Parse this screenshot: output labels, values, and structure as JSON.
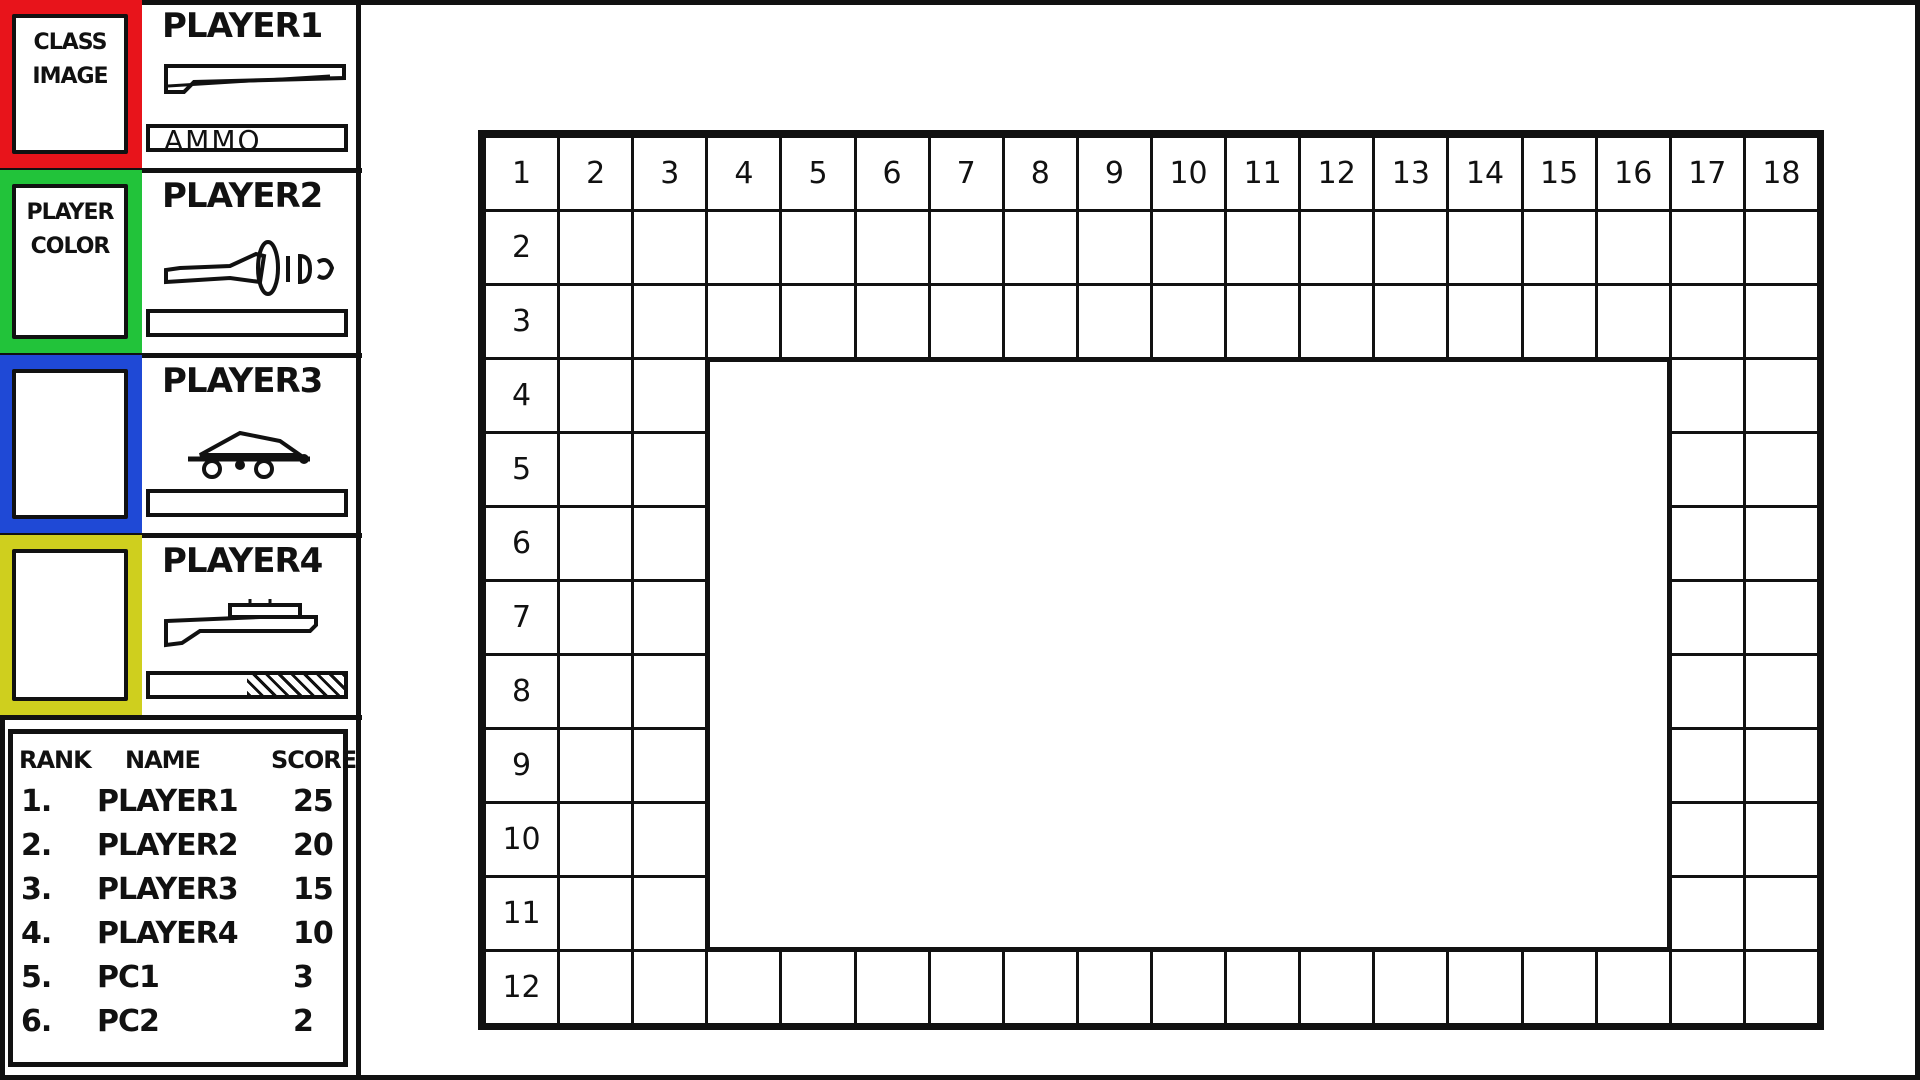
{
  "players": [
    {
      "name": "PLAYER1",
      "color": "#e8141b",
      "box_text": "CLASS\nIMAGE",
      "weapon_icon": "rifle-icon",
      "ammo_label": "AMMO",
      "ammo_fill": 0
    },
    {
      "name": "PLAYER2",
      "color": "#22c33a",
      "box_text": "PLAYER\nCOLOR",
      "weapon_icon": "blunderbuss-icon",
      "ammo_label": "",
      "ammo_fill": 0
    },
    {
      "name": "PLAYER3",
      "color": "#1f49d6",
      "box_text": "",
      "weapon_icon": "cannon-icon",
      "ammo_label": "",
      "ammo_fill": 0
    },
    {
      "name": "PLAYER4",
      "color": "#cfcf1e",
      "box_text": "",
      "weapon_icon": "sniper-rifle-icon",
      "ammo_label": "",
      "ammo_fill": 0.5
    }
  ],
  "scoreboard": {
    "headers": {
      "rank": "RANK",
      "name": "NAME",
      "score": "SCORE"
    },
    "rows": [
      {
        "rank": "1.",
        "name": "PLAYER1",
        "score": "25"
      },
      {
        "rank": "2.",
        "name": "PLAYER2",
        "score": "20"
      },
      {
        "rank": "3.",
        "name": "PLAYER3",
        "score": "15"
      },
      {
        "rank": "4.",
        "name": "PLAYER4",
        "score": "10"
      },
      {
        "rank": "5.",
        "name": "PC1",
        "score": "3"
      },
      {
        "rank": "6.",
        "name": "PC2",
        "score": "2"
      }
    ]
  },
  "board": {
    "columns": [
      "1",
      "2",
      "3",
      "4",
      "5",
      "6",
      "7",
      "8",
      "9",
      "10",
      "11",
      "12",
      "13",
      "14",
      "15",
      "16",
      "17",
      "18"
    ],
    "rows": [
      "1",
      "2",
      "3",
      "4",
      "5",
      "6",
      "7",
      "8",
      "9",
      "10",
      "11",
      "12"
    ]
  }
}
